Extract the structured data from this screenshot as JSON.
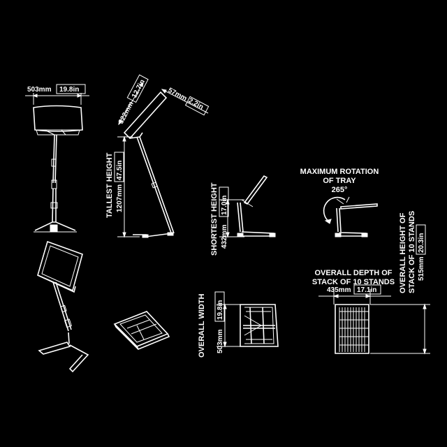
{
  "colors": {
    "background": "#000000",
    "lines": "#ffffff"
  },
  "dims": {
    "top_width_mm": "503mm",
    "top_width_in": "19.8in",
    "tray_depth_mm": "322mm",
    "tray_depth_in": "12.7in",
    "lip_mm": "57mm",
    "lip_in": "2.2in",
    "tallest_title": "TALLEST HEIGHT",
    "tallest_mm": "1207mm",
    "tallest_in": "47.5in",
    "shortest_title": "SHORTEST HEIGHT",
    "shortest_mm": "432mm",
    "shortest_in": "17.0in",
    "rotation_line1": "MAXIMUM ROTATION",
    "rotation_line2": "OF TRAY",
    "rotation_deg": "265°",
    "overall_width_title": "OVERALL WIDTH",
    "overall_width_mm": "503mm",
    "overall_width_in": "19.8in",
    "depth_line1": "OVERALL DEPTH OF",
    "depth_line2": "STACK OF 10 STANDS",
    "depth_mm": "435mm",
    "depth_in": "17.1in",
    "stack_height_line1": "OVERALL HEIGHT OF",
    "stack_height_line2": "STACK OF 10 STANDS",
    "stack_height_mm": "515mm",
    "stack_height_in": "20.3in"
  }
}
